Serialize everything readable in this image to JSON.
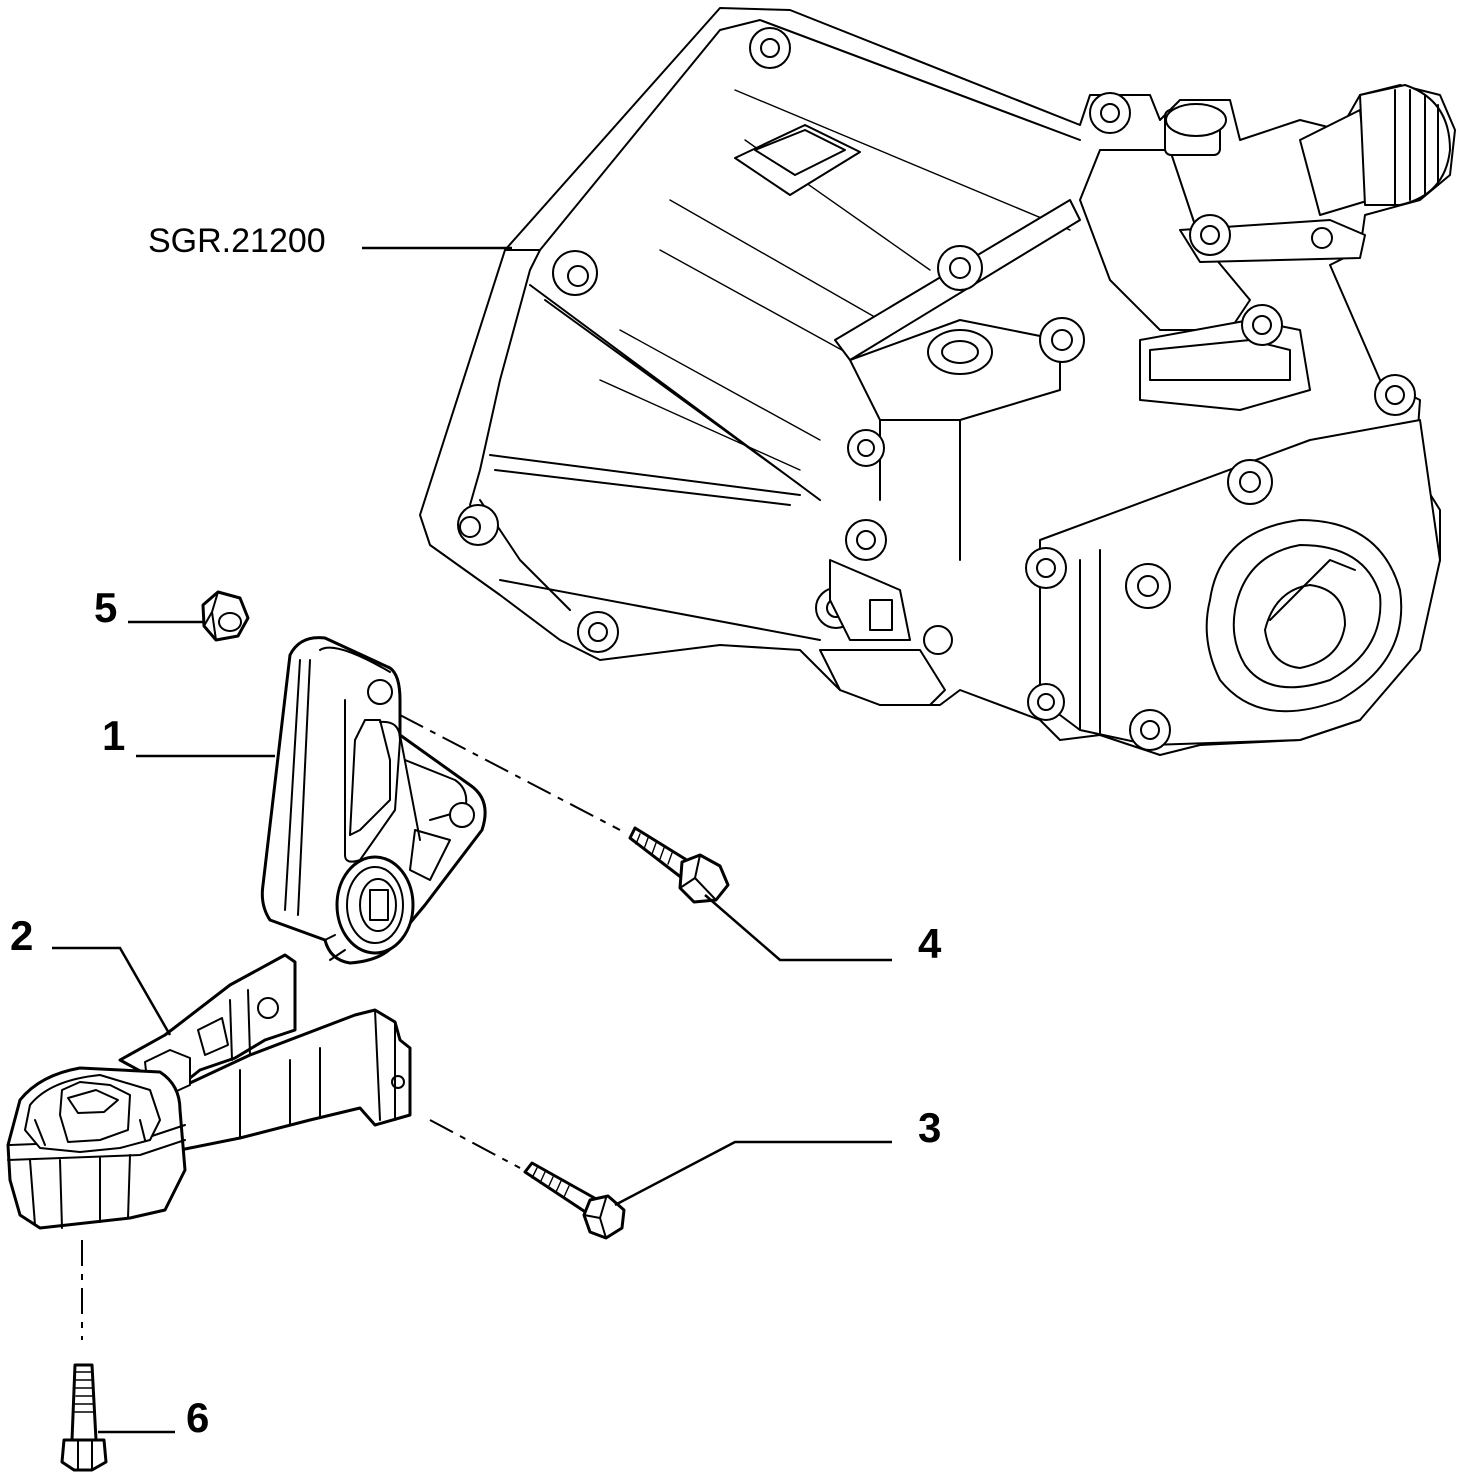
{
  "diagram": {
    "reference_label": "SGR.21200",
    "callouts": [
      {
        "id": "1",
        "text": "1"
      },
      {
        "id": "2",
        "text": "2"
      },
      {
        "id": "3",
        "text": "3"
      },
      {
        "id": "4",
        "text": "4"
      },
      {
        "id": "5",
        "text": "5"
      },
      {
        "id": "6",
        "text": "6"
      }
    ]
  }
}
